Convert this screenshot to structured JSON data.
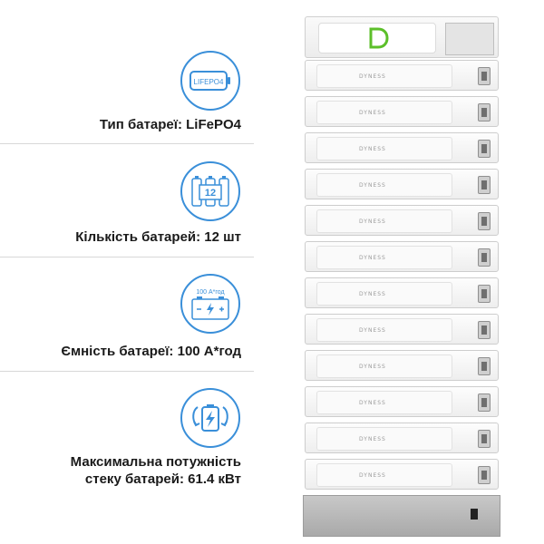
{
  "specs": [
    {
      "label": "Тип батареї: LiFePO4",
      "icon": "lifepo4-battery-icon",
      "icon_text": "LIFEPO4"
    },
    {
      "label": "Кількість батарей: 12 шт",
      "icon": "battery-count-icon",
      "icon_text": "12"
    },
    {
      "label": "Ємність батареї: 100 А*год",
      "icon": "battery-capacity-icon",
      "icon_text": "100 А*год"
    },
    {
      "label_line1": "Максимальна потужність",
      "label_line2": "стеку батарей: 61.4 кВт",
      "icon": "power-battery-icon"
    }
  ],
  "product": {
    "logo_letter": "D",
    "module_brand": "DYNESS",
    "module_count": 12
  },
  "colors": {
    "accent": "#3a8fd9",
    "logo_green": "#5cbf2a"
  }
}
